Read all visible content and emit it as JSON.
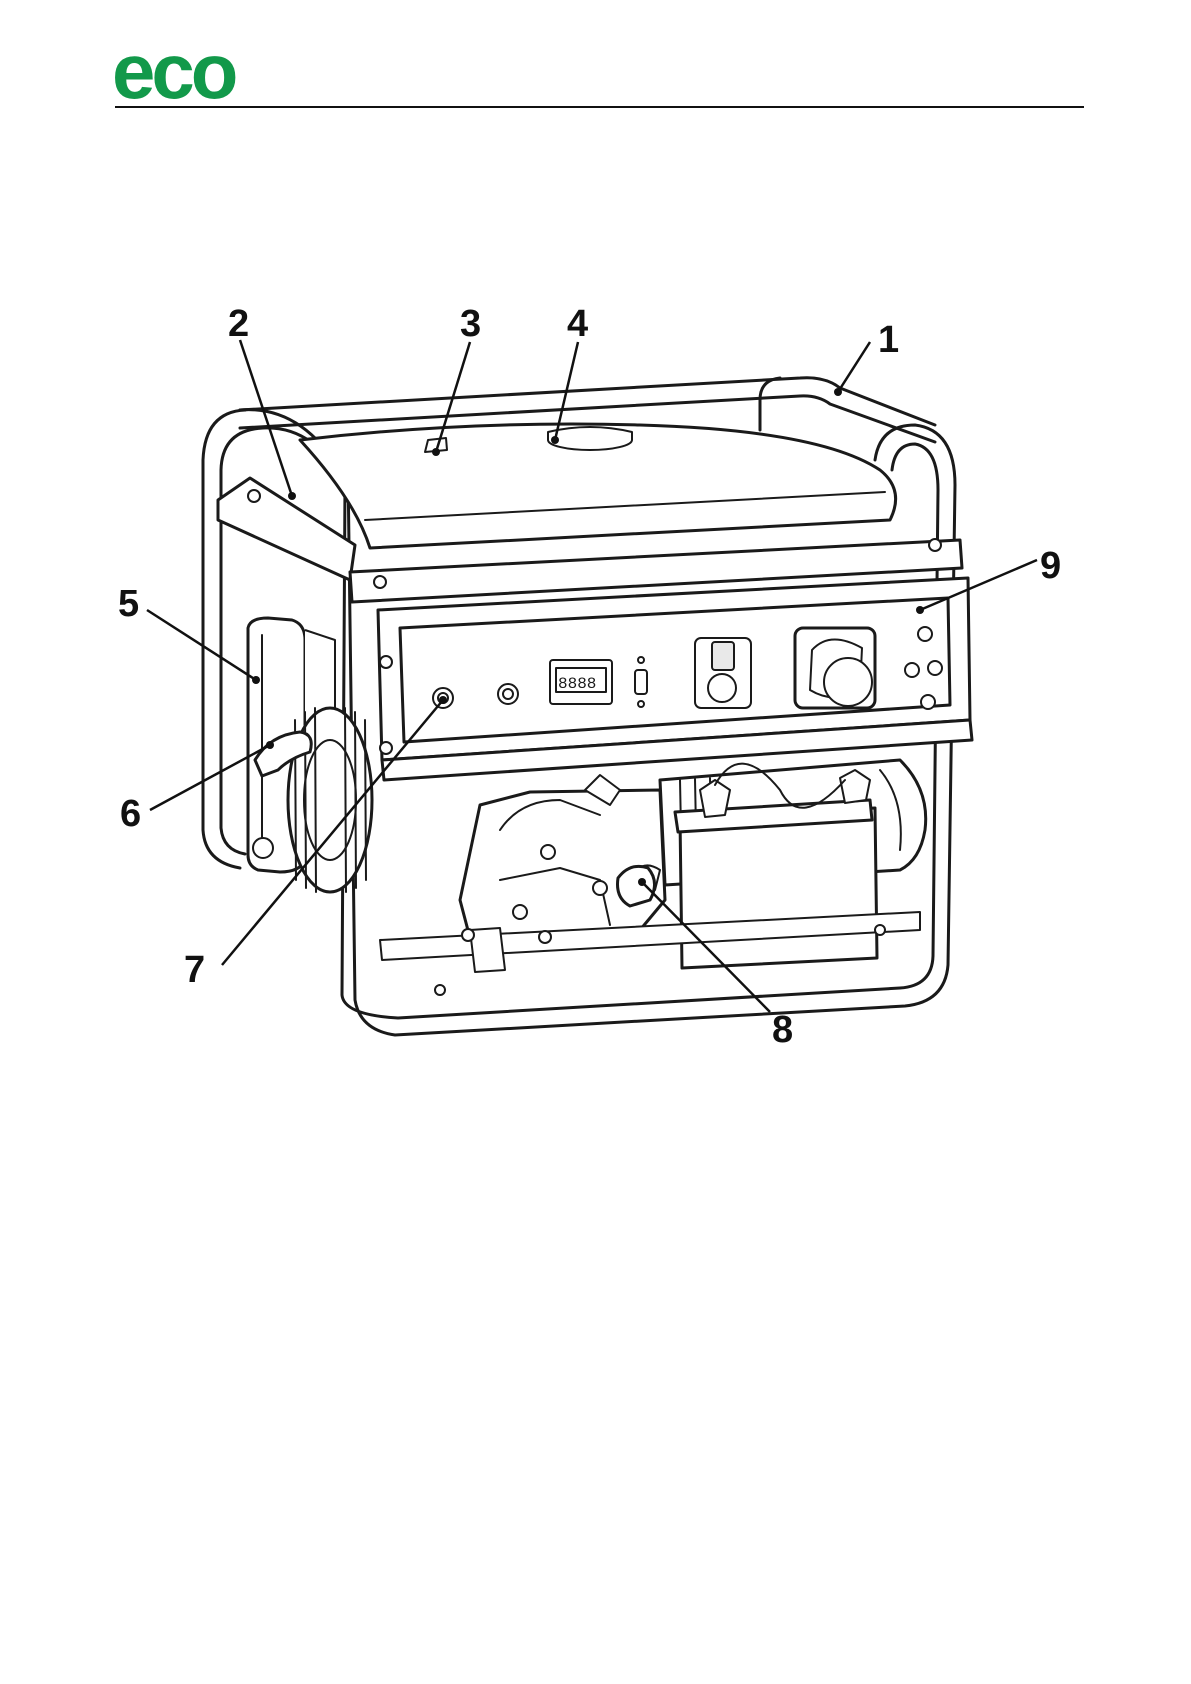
{
  "brand": {
    "logo_text": "eco",
    "color": "#12994a"
  },
  "figure": {
    "callouts": [
      {
        "id": "1",
        "label": "1"
      },
      {
        "id": "2",
        "label": "2"
      },
      {
        "id": "3",
        "label": "3"
      },
      {
        "id": "4",
        "label": "4"
      },
      {
        "id": "5",
        "label": "5"
      },
      {
        "id": "6",
        "label": "6"
      },
      {
        "id": "7",
        "label": "7"
      },
      {
        "id": "8",
        "label": "8"
      },
      {
        "id": "9",
        "label": "9"
      }
    ],
    "meter_display": "8888"
  }
}
